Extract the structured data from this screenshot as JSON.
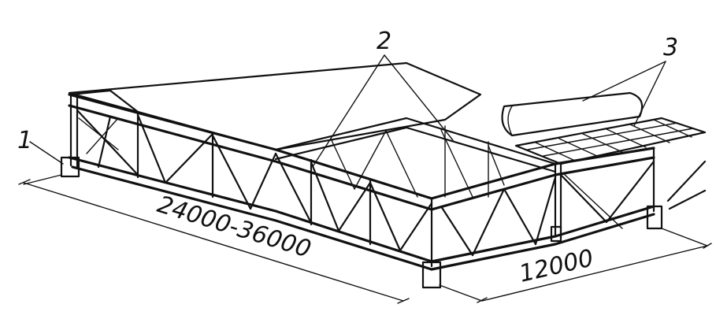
{
  "labels": {
    "callout_1": "1",
    "callout_2": "2",
    "callout_3": "3",
    "dim_length": "24000-36000",
    "dim_width": "12000"
  },
  "colors": {
    "ink": "#111111",
    "paper": "#ffffff"
  }
}
